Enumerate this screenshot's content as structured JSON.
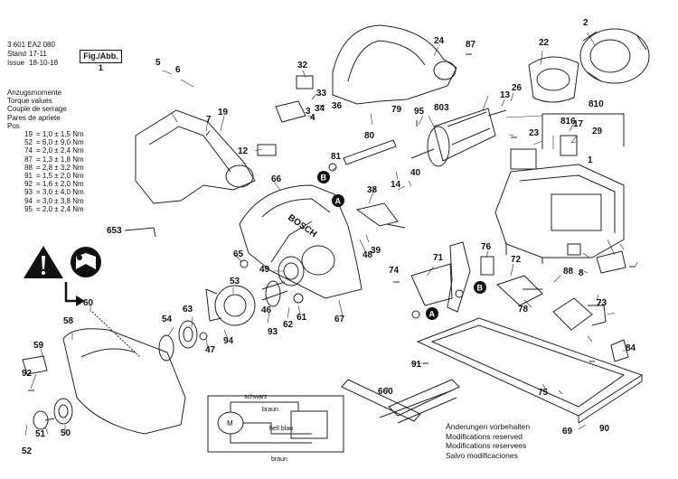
{
  "header": {
    "doc_number": "3 601 EA2 080",
    "stand_label": "Stand",
    "stand_value": "17-11",
    "issue_label": "Issue",
    "issue_value": "18-10-18",
    "figure": "Fig./Abb. 1"
  },
  "torque": {
    "titles": [
      "Anzugsmomente",
      "Torque values",
      "Couple de serrage",
      "Pares de apriete",
      "Pos"
    ],
    "rows": [
      {
        "pos": "19",
        "value": "= 1,0 ± 1,5 Nm"
      },
      {
        "pos": "52",
        "value": "= 6,0 ± 9,0 Nm"
      },
      {
        "pos": "74",
        "value": "= 2,0 ± 2,4 Nm"
      },
      {
        "pos": "87",
        "value": "= 1,3 ± 1,8 Nm"
      },
      {
        "pos": "88",
        "value": "= 2,8 ± 3,2 Nm"
      },
      {
        "pos": "91",
        "value": "= 1,5 ± 2,0 Nm"
      },
      {
        "pos": "92",
        "value": "= 1,6 ± 2,0 Nm"
      },
      {
        "pos": "93",
        "value": "= 3,0 ± 4,0 Nm"
      },
      {
        "pos": "94",
        "value": "= 3,0 ± 3,8 Nm"
      },
      {
        "pos": "95",
        "value": "= 2,0 ± 2,4 Nm"
      }
    ]
  },
  "notes": [
    "Änderungen vorbehalten",
    "Modifications reserved",
    "Modifications reservees",
    "Salvo modificaciones"
  ],
  "wiring": {
    "wire1": "schwarz",
    "wire2": "braun",
    "wire3": "hell blau",
    "wire4": "braun",
    "motor": "M"
  },
  "callouts": [
    "1",
    "2",
    "3",
    "4",
    "5",
    "6",
    "7",
    "8",
    "12",
    "13",
    "14",
    "17",
    "19",
    "22",
    "23",
    "24",
    "26",
    "29",
    "32",
    "33",
    "34",
    "36",
    "38",
    "39",
    "40",
    "46",
    "47",
    "48",
    "49",
    "50",
    "51",
    "52",
    "53",
    "54",
    "58",
    "59",
    "60",
    "61",
    "62",
    "63",
    "65",
    "66",
    "67",
    "69",
    "71",
    "72",
    "73",
    "74",
    "75",
    "76",
    "78",
    "79",
    "80",
    "81",
    "84",
    "87",
    "88",
    "90",
    "91",
    "92",
    "93",
    "94",
    "95",
    "653",
    "660",
    "803",
    "810",
    "816"
  ],
  "markers": [
    "A",
    "B"
  ],
  "brand": "BOSCH"
}
